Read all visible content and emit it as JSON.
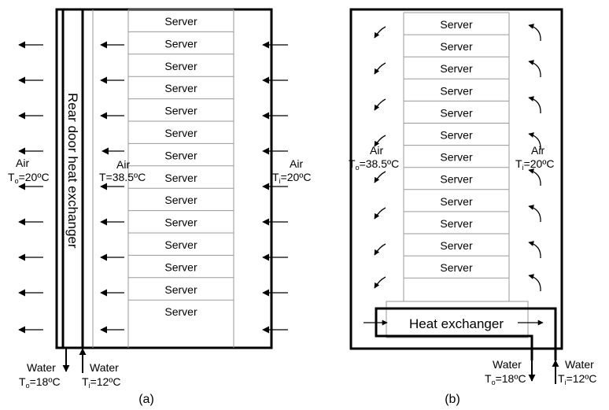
{
  "server_label": "Server",
  "diagram_a": {
    "caption": "(a)",
    "rear_door_label": "Rear door heat exchanger",
    "server_count": 14,
    "air_outlet": {
      "label": "Air",
      "value": "T",
      "sub": "o",
      "rest": "=20ºC"
    },
    "air_mid": {
      "label": "Air",
      "value": "T=38.5ºC"
    },
    "air_inlet": {
      "label": "Air",
      "value": "T",
      "sub": "i",
      "rest": "=20ºC"
    },
    "water_out": {
      "label": "Water",
      "value": "T",
      "sub": "o",
      "rest": "=18ºC"
    },
    "water_in": {
      "label": "Water",
      "value": "T",
      "sub": "i",
      "rest": "=12ºC"
    }
  },
  "diagram_b": {
    "caption": "(b)",
    "heat_exchanger_label": "Heat exchanger",
    "server_count": 12,
    "air_outlet": {
      "label": "Air",
      "value": "T",
      "sub": "o",
      "rest": "=38.5ºC"
    },
    "air_inlet": {
      "label": "Air",
      "value": "T",
      "sub": "i",
      "rest": "=20ºC"
    },
    "water_out": {
      "label": "Water",
      "value": "T",
      "sub": "o",
      "rest": "=18ºC"
    },
    "water_in": {
      "label": "Water",
      "value": "T",
      "sub": "i",
      "rest": "=12ºC"
    }
  },
  "colors": {
    "line": "#000000",
    "light_line": "#9a9a9a",
    "background": "#ffffff"
  }
}
